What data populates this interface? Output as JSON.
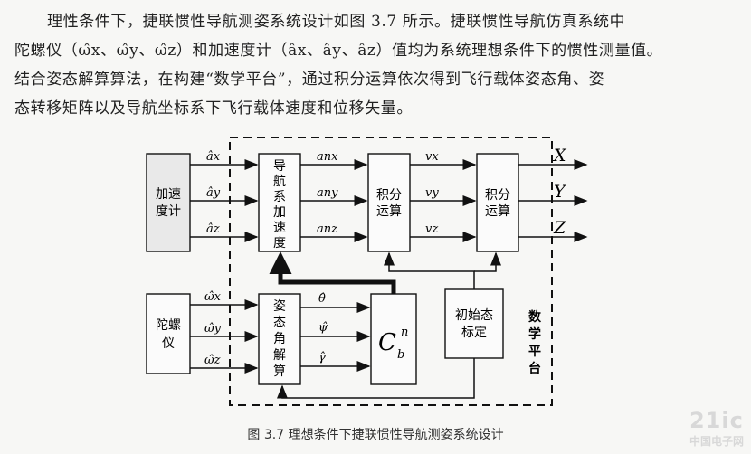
{
  "paragraph": {
    "lines": [
      "理性条件下，捷联惯性导航测姿系统设计如图 3.7 所示。捷联惯性导航仿真系统中",
      "陀螺仪（ω̂x、ω̂y、ω̂z）和加速度计（âx、ây、âz）值均为系统理想条件下的惯性测量值。",
      "结合姿态解算算法，在构建“数学平台”，通过积分运算依次得到飞行载体姿态角、姿",
      "态转移矩阵以及导航坐标系下飞行载体速度和位移矢量。"
    ]
  },
  "diagram": {
    "blocks": {
      "accelerometer": "加速度计",
      "gyro": "陀螺仪",
      "nav_accel": [
        "导",
        "航",
        "系",
        "加",
        "速",
        "度"
      ],
      "integral1": [
        "积分",
        "运算"
      ],
      "integral2": [
        "积分",
        "运算"
      ],
      "attitude_solver": [
        "姿",
        "态",
        "角",
        "解",
        "算"
      ],
      "dcm_main": "C",
      "dcm_sub": "b",
      "dcm_sup": "n",
      "init_cal": [
        "初始态",
        "标定"
      ],
      "math_platform": [
        "数",
        "学",
        "平",
        "台"
      ]
    },
    "signals": {
      "accel_in": [
        "âx",
        "ây",
        "âz"
      ],
      "gyro_in": [
        "ω̂x",
        "ω̂y",
        "ω̂z"
      ],
      "nav_acc_out": [
        "anx",
        "any",
        "anz"
      ],
      "vel_out": [
        "vx",
        "vy",
        "vz"
      ],
      "pos_out": [
        "X",
        "Y",
        "Z"
      ],
      "angles": [
        "θ̂",
        "ψ̂",
        "γ̂"
      ]
    }
  },
  "caption": "图 3.7  理想条件下捷联惯性导航测姿系统设计",
  "watermark": {
    "main": "21ic",
    "sub": "中国电子网"
  }
}
